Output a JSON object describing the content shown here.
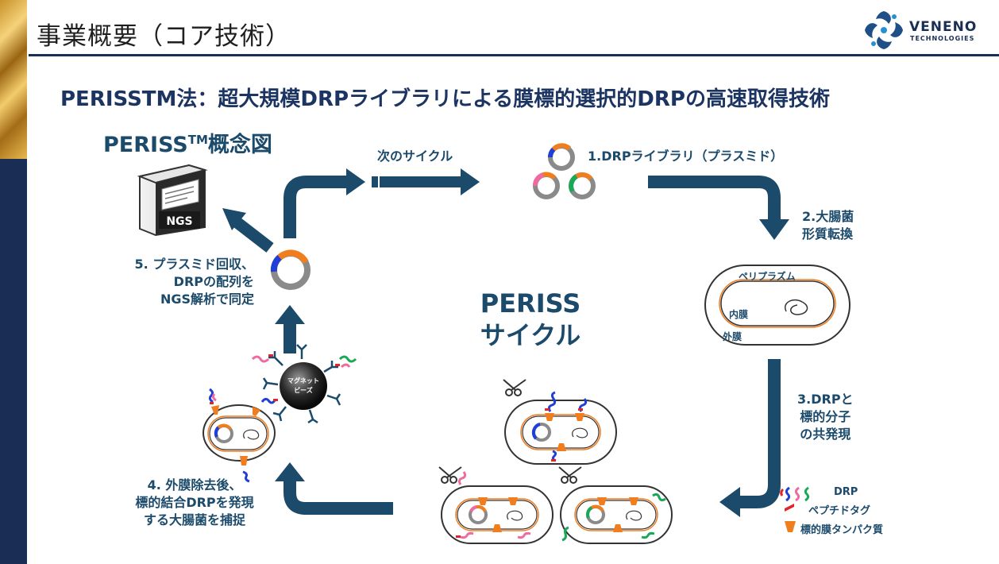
{
  "header": {
    "title": "事業概要（コア技術）",
    "logo_name": "VENENO",
    "logo_sub": "TECHNOLOGIES"
  },
  "subtitle": "PERISSTM法：超大規模DRPライブラリによる膜標的選択的DRPの高速取得技術",
  "concept": {
    "title": "PERISS",
    "title_sup": "TM",
    "title_suffix": "概念図",
    "ngs_label": "NGS"
  },
  "cycle": {
    "center_line1": "PERISS",
    "center_line2": "サイクル",
    "next_cycle": "次のサイクル",
    "step1": "1.DRPライブラリ（プラスミド）",
    "step2": [
      "2.大腸菌",
      "形質転換"
    ],
    "step3": [
      "3.DRPと",
      "標的分子",
      "の共発現"
    ],
    "step4": [
      "4. 外膜除去後、",
      "標的結合DRPを発現",
      "する大腸菌を捕捉"
    ],
    "step5": [
      "5. プラスミド回収、",
      "DRPの配列を",
      "NGS解析で同定"
    ]
  },
  "cell_labels": {
    "periplasm": "ペリプラズム",
    "inner": "内膜",
    "outer": "外膜"
  },
  "beads": [
    "マグネット",
    "ビーズ"
  ],
  "legend": {
    "drp": "DRP",
    "tag": "ペプチドタグ",
    "protein": "標的膜タンパク質"
  },
  "colors": {
    "arrow": "#1b4a6b",
    "plasmid_gray": "#8a8a8a",
    "orange": "#f07e1f",
    "blue": "#1f3fd6",
    "pink": "#f06aa0",
    "green": "#1aa857",
    "red": "#e0262a"
  }
}
